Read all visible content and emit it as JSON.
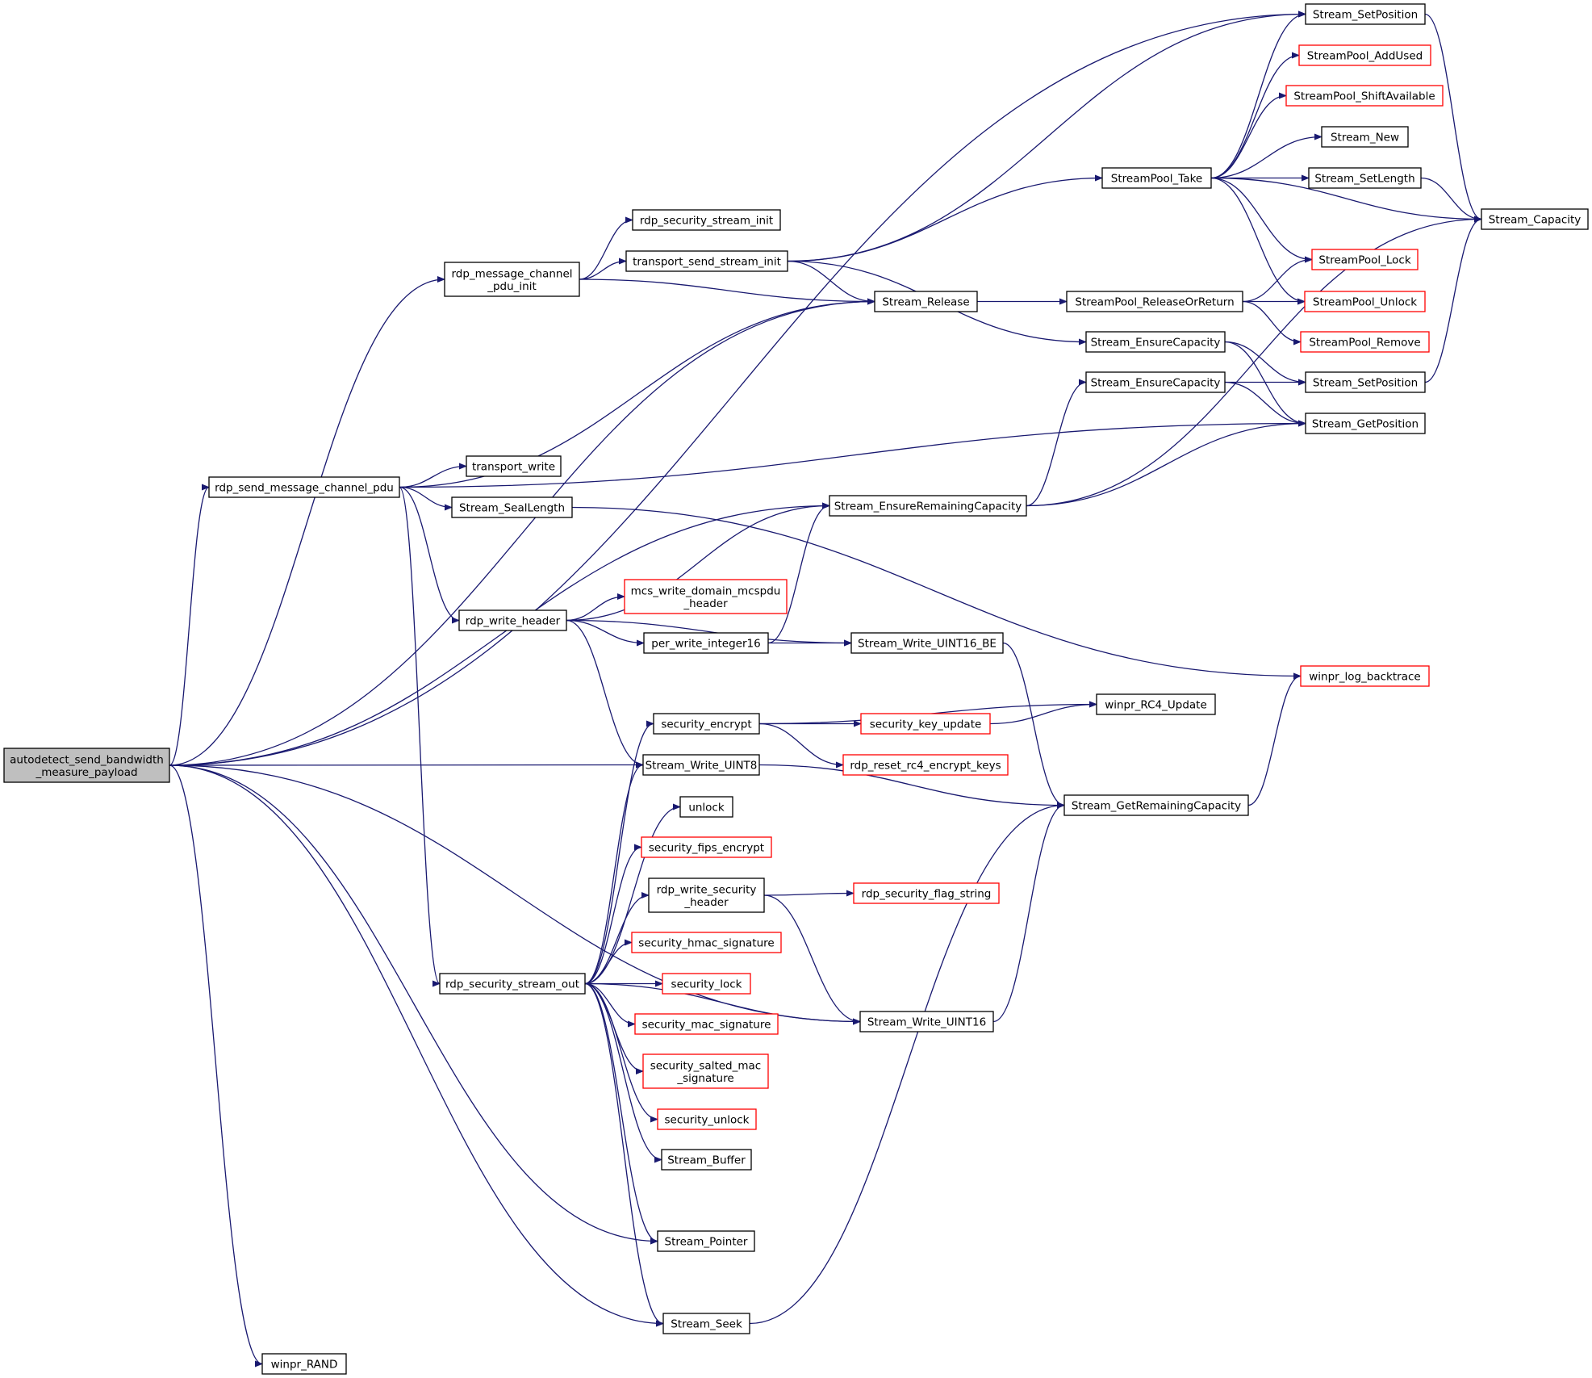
{
  "colors": {
    "edge": "#191970",
    "node_border_default": "#000000",
    "node_border_linked": "#ff0000",
    "root_fill": "#bfbfbf",
    "node_fill": "#ffffff"
  },
  "nodes": [
    {
      "id": "root",
      "label": "autodetect_send_bandwidth\n_measure_payload",
      "style": "root"
    },
    {
      "id": "rdp_message_channel_pdu_init",
      "label": "rdp_message_channel\n_pdu_init",
      "style": "default"
    },
    {
      "id": "rdp_send_message_channel_pdu",
      "label": "rdp_send_message_channel_pdu",
      "style": "default"
    },
    {
      "id": "rdp_security_stream_out",
      "label": "rdp_security_stream_out",
      "style": "default"
    },
    {
      "id": "winpr_RAND",
      "label": "winpr_RAND",
      "style": "default"
    },
    {
      "id": "rdp_security_stream_init",
      "label": "rdp_security_stream_init",
      "style": "default"
    },
    {
      "id": "transport_send_stream_init",
      "label": "transport_send_stream_init",
      "style": "default"
    },
    {
      "id": "transport_write",
      "label": "transport_write",
      "style": "default"
    },
    {
      "id": "Stream_SealLength",
      "label": "Stream_SealLength",
      "style": "default"
    },
    {
      "id": "rdp_write_header",
      "label": "rdp_write_header",
      "style": "default"
    },
    {
      "id": "mcs_write_domain_mcspdu_header",
      "label": "mcs_write_domain_mcspdu\n_header",
      "style": "linked"
    },
    {
      "id": "per_write_integer16",
      "label": "per_write_integer16",
      "style": "default"
    },
    {
      "id": "security_encrypt",
      "label": "security_encrypt",
      "style": "default"
    },
    {
      "id": "Stream_Write_UINT8",
      "label": "Stream_Write_UINT8",
      "style": "default"
    },
    {
      "id": "unlock",
      "label": "unlock",
      "style": "default"
    },
    {
      "id": "security_fips_encrypt",
      "label": "security_fips_encrypt",
      "style": "linked"
    },
    {
      "id": "rdp_write_security_header",
      "label": "rdp_write_security\n_header",
      "style": "default"
    },
    {
      "id": "security_hmac_signature",
      "label": "security_hmac_signature",
      "style": "linked"
    },
    {
      "id": "security_lock",
      "label": "security_lock",
      "style": "linked"
    },
    {
      "id": "security_mac_signature",
      "label": "security_mac_signature",
      "style": "linked"
    },
    {
      "id": "security_salted_mac_signature",
      "label": "security_salted_mac\n_signature",
      "style": "linked"
    },
    {
      "id": "security_unlock",
      "label": "security_unlock",
      "style": "linked"
    },
    {
      "id": "Stream_Buffer",
      "label": "Stream_Buffer",
      "style": "default"
    },
    {
      "id": "Stream_Pointer",
      "label": "Stream_Pointer",
      "style": "default"
    },
    {
      "id": "Stream_Seek",
      "label": "Stream_Seek",
      "style": "default"
    },
    {
      "id": "Stream_Release",
      "label": "Stream_Release",
      "style": "default"
    },
    {
      "id": "Stream_EnsureRemainingCapacity",
      "label": "Stream_EnsureRemainingCapacity",
      "style": "default"
    },
    {
      "id": "Stream_Write_UINT16_BE",
      "label": "Stream_Write_UINT16_BE",
      "style": "default"
    },
    {
      "id": "security_key_update",
      "label": "security_key_update",
      "style": "linked"
    },
    {
      "id": "rdp_reset_rc4_encrypt_keys",
      "label": "rdp_reset_rc4_encrypt_keys",
      "style": "linked"
    },
    {
      "id": "rdp_security_flag_string",
      "label": "rdp_security_flag_string",
      "style": "linked"
    },
    {
      "id": "Stream_Write_UINT16",
      "label": "Stream_Write_UINT16",
      "style": "default"
    },
    {
      "id": "StreamPool_Take",
      "label": "StreamPool_Take",
      "style": "default"
    },
    {
      "id": "StreamPool_ReleaseOrReturn",
      "label": "StreamPool_ReleaseOrReturn",
      "style": "default"
    },
    {
      "id": "Stream_EnsureCapacity_a",
      "label": "Stream_EnsureCapacity",
      "style": "default"
    },
    {
      "id": "Stream_EnsureCapacity_b",
      "label": "Stream_EnsureCapacity",
      "style": "default"
    },
    {
      "id": "winpr_RC4_Update",
      "label": "winpr_RC4_Update",
      "style": "default"
    },
    {
      "id": "Stream_GetRemainingCapacity",
      "label": "Stream_GetRemainingCapacity",
      "style": "default"
    },
    {
      "id": "Stream_SetPosition_top",
      "label": "Stream_SetPosition",
      "style": "default"
    },
    {
      "id": "StreamPool_AddUsed",
      "label": "StreamPool_AddUsed",
      "style": "linked"
    },
    {
      "id": "StreamPool_ShiftAvailable",
      "label": "StreamPool_ShiftAvailable",
      "style": "linked"
    },
    {
      "id": "Stream_New",
      "label": "Stream_New",
      "style": "default"
    },
    {
      "id": "Stream_SetLength",
      "label": "Stream_SetLength",
      "style": "default"
    },
    {
      "id": "StreamPool_Lock",
      "label": "StreamPool_Lock",
      "style": "linked"
    },
    {
      "id": "StreamPool_Unlock",
      "label": "StreamPool_Unlock",
      "style": "linked"
    },
    {
      "id": "StreamPool_Remove",
      "label": "StreamPool_Remove",
      "style": "linked"
    },
    {
      "id": "Stream_SetPosition_mid",
      "label": "Stream_SetPosition",
      "style": "default"
    },
    {
      "id": "Stream_GetPosition",
      "label": "Stream_GetPosition",
      "style": "default"
    },
    {
      "id": "winpr_log_backtrace",
      "label": "winpr_log_backtrace",
      "style": "linked"
    },
    {
      "id": "Stream_Capacity",
      "label": "Stream_Capacity",
      "style": "default"
    }
  ],
  "edges": [
    [
      "root",
      "Stream_SetPosition_top"
    ],
    [
      "root",
      "rdp_message_channel_pdu_init"
    ],
    [
      "root",
      "Stream_Release"
    ],
    [
      "root",
      "rdp_send_message_channel_pdu"
    ],
    [
      "root",
      "Stream_EnsureRemainingCapacity"
    ],
    [
      "root",
      "Stream_Write_UINT8"
    ],
    [
      "root",
      "Stream_Pointer"
    ],
    [
      "root",
      "Stream_Write_UINT16"
    ],
    [
      "root",
      "Stream_Seek"
    ],
    [
      "root",
      "winpr_RAND"
    ],
    [
      "rdp_message_channel_pdu_init",
      "rdp_security_stream_init"
    ],
    [
      "rdp_message_channel_pdu_init",
      "transport_send_stream_init"
    ],
    [
      "rdp_message_channel_pdu_init",
      "Stream_Release"
    ],
    [
      "transport_send_stream_init",
      "Stream_SetPosition_top"
    ],
    [
      "transport_send_stream_init",
      "StreamPool_Take"
    ],
    [
      "transport_send_stream_init",
      "Stream_Release"
    ],
    [
      "transport_send_stream_init",
      "Stream_EnsureCapacity_a"
    ],
    [
      "rdp_send_message_channel_pdu",
      "Stream_Release"
    ],
    [
      "rdp_send_message_channel_pdu",
      "Stream_GetPosition"
    ],
    [
      "rdp_send_message_channel_pdu",
      "transport_write"
    ],
    [
      "rdp_send_message_channel_pdu",
      "Stream_SealLength"
    ],
    [
      "rdp_send_message_channel_pdu",
      "rdp_write_header"
    ],
    [
      "rdp_send_message_channel_pdu",
      "rdp_security_stream_out"
    ],
    [
      "Stream_SealLength",
      "winpr_log_backtrace"
    ],
    [
      "rdp_write_header",
      "Stream_EnsureRemainingCapacity"
    ],
    [
      "rdp_write_header",
      "mcs_write_domain_mcspdu_header"
    ],
    [
      "rdp_write_header",
      "per_write_integer16"
    ],
    [
      "rdp_write_header",
      "Stream_Write_UINT16_BE"
    ],
    [
      "rdp_write_header",
      "Stream_Write_UINT8"
    ],
    [
      "per_write_integer16",
      "Stream_EnsureRemainingCapacity"
    ],
    [
      "per_write_integer16",
      "Stream_Write_UINT16_BE"
    ],
    [
      "rdp_security_stream_out",
      "security_encrypt"
    ],
    [
      "rdp_security_stream_out",
      "Stream_Write_UINT8"
    ],
    [
      "rdp_security_stream_out",
      "unlock"
    ],
    [
      "rdp_security_stream_out",
      "security_fips_encrypt"
    ],
    [
      "rdp_security_stream_out",
      "rdp_write_security_header"
    ],
    [
      "rdp_security_stream_out",
      "security_hmac_signature"
    ],
    [
      "rdp_security_stream_out",
      "security_lock"
    ],
    [
      "rdp_security_stream_out",
      "security_mac_signature"
    ],
    [
      "rdp_security_stream_out",
      "security_salted_mac_signature"
    ],
    [
      "rdp_security_stream_out",
      "security_unlock"
    ],
    [
      "rdp_security_stream_out",
      "Stream_Buffer"
    ],
    [
      "rdp_security_stream_out",
      "Stream_Write_UINT16"
    ],
    [
      "rdp_security_stream_out",
      "Stream_Pointer"
    ],
    [
      "rdp_security_stream_out",
      "Stream_Seek"
    ],
    [
      "security_encrypt",
      "winpr_RC4_Update"
    ],
    [
      "security_encrypt",
      "security_key_update"
    ],
    [
      "security_encrypt",
      "rdp_reset_rc4_encrypt_keys"
    ],
    [
      "security_key_update",
      "winpr_RC4_Update"
    ],
    [
      "rdp_write_security_header",
      "rdp_security_flag_string"
    ],
    [
      "rdp_write_security_header",
      "Stream_Write_UINT16"
    ],
    [
      "Stream_Write_UINT8",
      "Stream_GetRemainingCapacity"
    ],
    [
      "Stream_Write_UINT16_BE",
      "Stream_GetRemainingCapacity"
    ],
    [
      "Stream_Write_UINT16",
      "Stream_GetRemainingCapacity"
    ],
    [
      "Stream_Seek",
      "Stream_GetRemainingCapacity"
    ],
    [
      "Stream_GetRemainingCapacity",
      "winpr_log_backtrace"
    ],
    [
      "Stream_Release",
      "StreamPool_ReleaseOrReturn"
    ],
    [
      "Stream_EnsureRemainingCapacity",
      "Stream_EnsureCapacity_b"
    ],
    [
      "Stream_EnsureRemainingCapacity",
      "Stream_GetPosition"
    ],
    [
      "Stream_EnsureRemainingCapacity",
      "Stream_Capacity"
    ],
    [
      "StreamPool_Take",
      "Stream_SetPosition_top"
    ],
    [
      "StreamPool_Take",
      "StreamPool_AddUsed"
    ],
    [
      "StreamPool_Take",
      "StreamPool_ShiftAvailable"
    ],
    [
      "StreamPool_Take",
      "Stream_New"
    ],
    [
      "StreamPool_Take",
      "Stream_SetLength"
    ],
    [
      "StreamPool_Take",
      "Stream_Capacity"
    ],
    [
      "StreamPool_Take",
      "StreamPool_Lock"
    ],
    [
      "StreamPool_Take",
      "StreamPool_Unlock"
    ],
    [
      "StreamPool_ReleaseOrReturn",
      "StreamPool_Lock"
    ],
    [
      "StreamPool_ReleaseOrReturn",
      "StreamPool_Unlock"
    ],
    [
      "StreamPool_ReleaseOrReturn",
      "StreamPool_Remove"
    ],
    [
      "Stream_EnsureCapacity_a",
      "Stream_SetPosition_mid"
    ],
    [
      "Stream_EnsureCapacity_a",
      "Stream_GetPosition"
    ],
    [
      "Stream_EnsureCapacity_b",
      "Stream_SetPosition_mid"
    ],
    [
      "Stream_EnsureCapacity_b",
      "Stream_GetPosition"
    ],
    [
      "Stream_SetLength",
      "Stream_Capacity"
    ],
    [
      "Stream_SetPosition_top",
      "Stream_Capacity"
    ],
    [
      "Stream_SetPosition_mid",
      "Stream_Capacity"
    ]
  ]
}
